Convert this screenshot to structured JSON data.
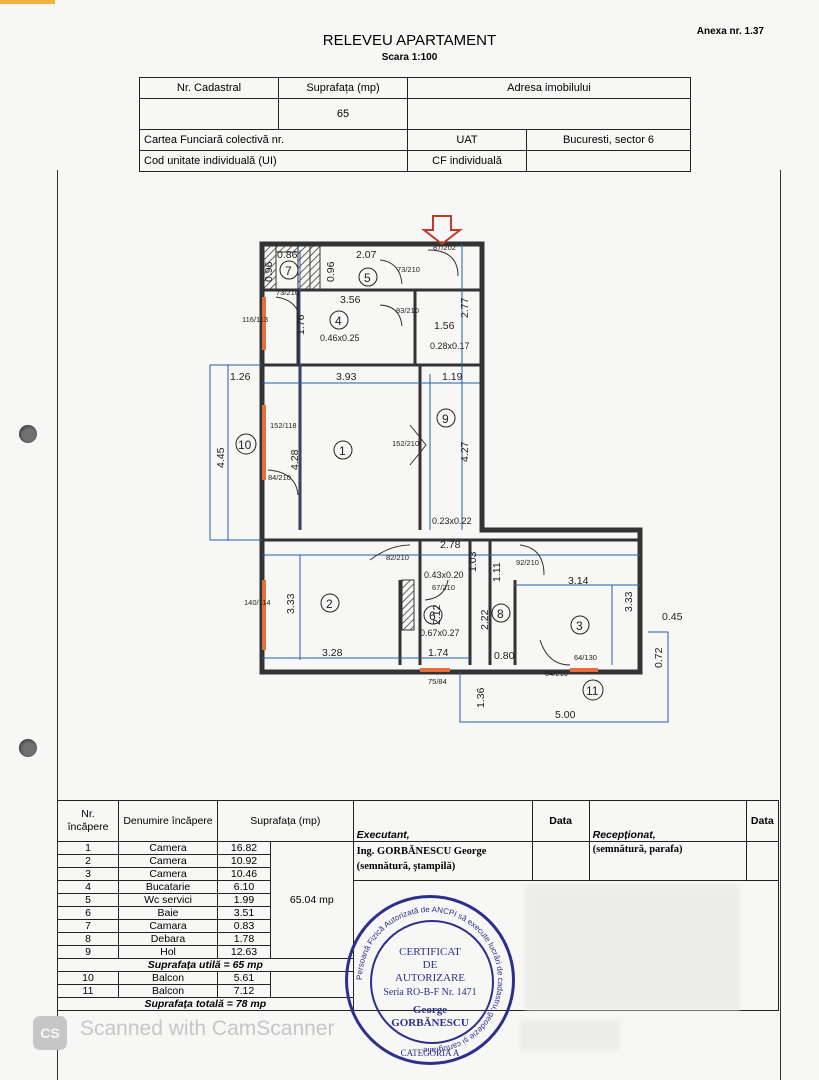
{
  "header": {
    "annex": "Anexa nr. 1.37",
    "title": "RELEVEU APARTAMENT",
    "scale": "Scara 1:100"
  },
  "identification": {
    "nr_cadastral_label": "Nr. Cadastral",
    "suprafata_label": "Suprafața (mp)",
    "adresa_label": "Adresa imobilului",
    "nr_cadastral_value": "",
    "suprafata_value": "65",
    "adresa_value": "",
    "carte_funciara_label": "Cartea Funciară colectivă nr.",
    "uat_label": "UAT",
    "uat_value": "Bucuresti, sector 6",
    "cod_ui_label": "Cod unitate individuală (UI)",
    "cf_individuala_label": "CF individuală"
  },
  "plan": {
    "rooms": [
      "1",
      "2",
      "3",
      "4",
      "5",
      "6",
      "7",
      "8",
      "9",
      "10",
      "11"
    ],
    "dimensions": [
      "0.86",
      "2.07",
      "0.96",
      "0.96",
      "3.56",
      "1.76",
      "2.77",
      "1.56",
      "1.26",
      "3.93",
      "1.19",
      "4.45",
      "4.28",
      "4.27",
      "2.78",
      "1.03",
      "1.11",
      "3.14",
      "3.33",
      "3.33",
      "2.12",
      "2.22",
      "0.45",
      "0.72",
      "3.28",
      "1.74",
      "0.80",
      "1.36",
      "5.00"
    ],
    "openings": [
      "87/202",
      "73/210",
      "73/210",
      "83/210",
      "116/113",
      "152/118",
      "152/210",
      "84/210",
      "82/210",
      "92/210",
      "67/210",
      "140/114",
      "75/84",
      "84/210",
      "64/130"
    ],
    "ducts": [
      "0.46x0.25",
      "0.28x0.17",
      "0.23x0.22",
      "0.43x0.20",
      "0.67x0.27"
    ]
  },
  "rooms_table": {
    "headers": {
      "nr": "Nr. încăpere",
      "denumire": "Denumire încăpere",
      "suprafata": "Suprafața (mp)",
      "executant": "Executant,",
      "data": "Data",
      "receptionat": "Recepționat,",
      "data2": "Data"
    },
    "rows": [
      {
        "nr": "1",
        "name": "Camera",
        "area": "16.82"
      },
      {
        "nr": "2",
        "name": "Camera",
        "area": "10.92"
      },
      {
        "nr": "3",
        "name": "Camera",
        "area": "10.46"
      },
      {
        "nr": "4",
        "name": "Bucatarie",
        "area": "6.10"
      },
      {
        "nr": "5",
        "name": "Wc servici",
        "area": "1.99"
      },
      {
        "nr": "6",
        "name": "Baie",
        "area": "3.51"
      },
      {
        "nr": "7",
        "name": "Camara",
        "area": "0.83"
      },
      {
        "nr": "8",
        "name": "Debara",
        "area": "1.78"
      },
      {
        "nr": "9",
        "name": "Hol",
        "area": "12.63"
      }
    ],
    "total_util": "65.04 mp",
    "suprafata_utila": "Suprafața utilă = 65 mp",
    "balconies": [
      {
        "nr": "10",
        "name": "Balcon",
        "area": "5.61"
      },
      {
        "nr": "11",
        "name": "Balcon",
        "area": "7.12"
      }
    ],
    "suprafata_totala": "Suprafața totală = 78 mp",
    "executant_name": "Ing. GORBĂNESCU George",
    "executant_note": "(semnătură, ștampilă)",
    "receptionat_note": "(semnătură, parafa)"
  },
  "stamp": {
    "line1": "CERTIFICAT",
    "line2": "DE",
    "line3": "AUTORIZARE",
    "series": "Seria RO-B-F Nr. 1471",
    "first_name": "George",
    "last_name": "GORBĂNESCU",
    "category": "CATEGORIA A",
    "ring_left": "Persoană Fizică Autorizată de ANCPI să execute lucrări de cadastru, geodezie și cartografie"
  },
  "watermark": {
    "logo": "CS",
    "text": "Scanned with CamScanner"
  },
  "colors": {
    "ink": "#222222",
    "plan_lines": "#1f5fb0",
    "stamp": "#2d2f8f",
    "window": "#e3703a",
    "arrow": "#c0392b"
  }
}
